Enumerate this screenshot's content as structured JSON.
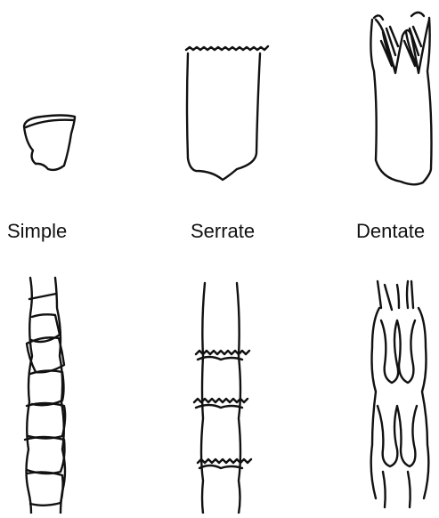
{
  "labels": {
    "simple": "Simple",
    "serrate": "Serrate",
    "dentate": "Dentate"
  },
  "colors": {
    "ink": "#111111",
    "background": "#ffffff"
  }
}
